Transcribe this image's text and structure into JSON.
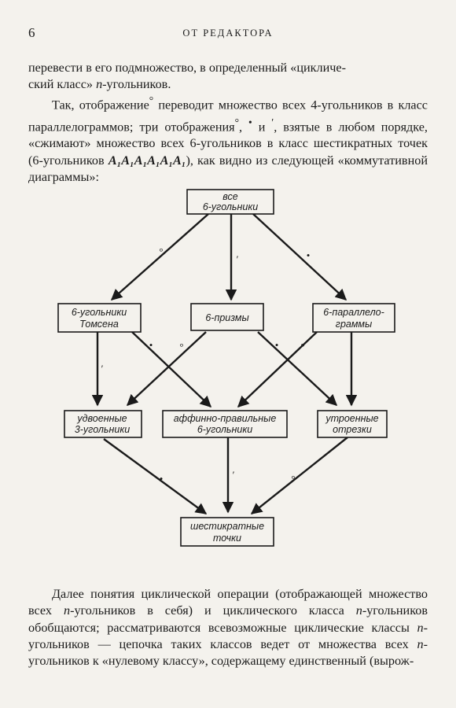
{
  "header": {
    "page_number": "6",
    "running_title": "ОТ РЕДАКТОРА"
  },
  "para1": {
    "line1": "перевести в его подмножество, в определенный «цикличе-",
    "line2_pre": "ский класс» ",
    "n": "n",
    "line2_post": "-угольников."
  },
  "para2": {
    "t1": "Так, отображение",
    "s1": "°",
    "t2": " переводит множество всех 4-уголь­ников в класс параллелограммов; три отображения",
    "s2": "°",
    "t3": ", ",
    "s3": "•",
    "t4": " и ",
    "s4": "′",
    "t5": ", взятые в любом порядке, «сжимают» множество всех 6-уголь­ников в класс шестикратных точек (6-угольников ",
    "bold": "A₁A₁A₁A₁A₁A₁",
    "t6": "), как видно из следующей «коммутативной диаграммы»:"
  },
  "diagram": {
    "top_line1": "все",
    "top_line2": "6-угольники",
    "left_line1": "6-угольники",
    "left_line2": "Томсена",
    "mid": "6-призмы",
    "right_line1": "6-параллело-",
    "right_line2": "граммы",
    "dl_line1": "удвоенные",
    "dl_line2": "3-угольники",
    "dm_line1": "аффинно-правильные",
    "dm_line2": "6-угольники",
    "dr_line1": "утроенные",
    "dr_line2": "отрезки",
    "bot_line1": "шестикратные",
    "bot_line2": "точки",
    "mark_circle": "°",
    "mark_dot": "•",
    "mark_prime": "′"
  },
  "para3": {
    "t1": "Далее понятия циклической операции (отображающей множество всех ",
    "n1": "n",
    "t2": "-угольников в себя) и циклического класса ",
    "n2": "n",
    "t3": "-угольников обобщаются; рассматриваются все­возможные циклические классы ",
    "n3": "n",
    "t4": "-угольников — цепочка таких классов ведет от множества всех ",
    "n4": "n",
    "t5": "-угольников к «нулевому классу», содержащему единственный (вырож-"
  }
}
